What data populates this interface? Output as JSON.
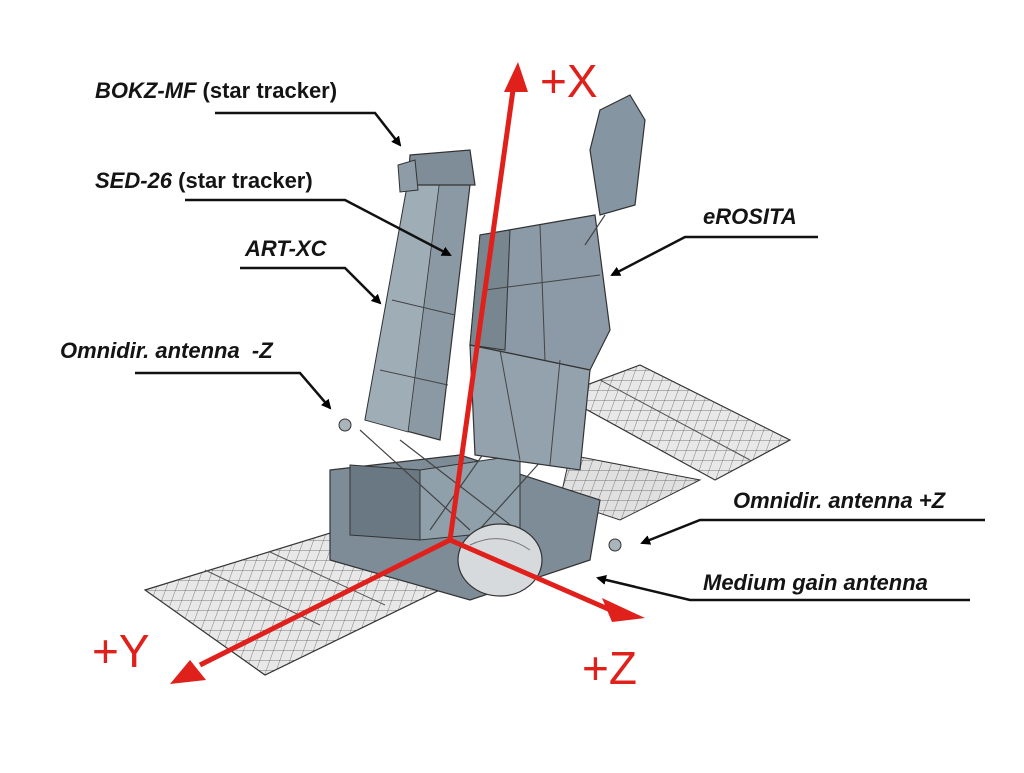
{
  "labels": {
    "bokz": {
      "name": "BOKZ-MF",
      "note": "(star tracker)"
    },
    "sed": {
      "name": "SED-26",
      "note": "(star tracker)"
    },
    "artxc": {
      "name": "ART-XC"
    },
    "omni_minus_z": {
      "name": "Omnidir. antenna  -Z"
    },
    "erosita": {
      "name": "eROSITA"
    },
    "omni_plus_z": {
      "name": "Omnidir. antenna +Z"
    },
    "mga": {
      "name": "Medium gain antenna"
    }
  },
  "axes": {
    "x": "+X",
    "y": "+Y",
    "z": "+Z"
  },
  "colors": {
    "axis": "#e0201b",
    "body": "#8b9aa6",
    "body_dark": "#5e6c77",
    "panel_line": "#3a3a3a",
    "text": "#141414"
  }
}
